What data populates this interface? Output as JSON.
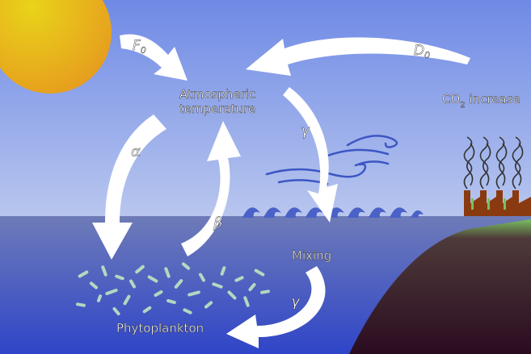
{
  "labels": {
    "atmo_line1": "Atmospheric",
    "atmo_line2": "temperature",
    "co2_prefix": "CO",
    "co2_sub": "2",
    "co2_suffix": " increase",
    "mixing": "Mixing",
    "phyto": "Phytoplankton"
  },
  "arrow_labels": {
    "f0": "F",
    "f0_sub": "0",
    "d0": "D",
    "d0_sub": "0",
    "alpha": "α",
    "beta": "β",
    "gamma_upper": "γ",
    "gamma_lower": "γ"
  },
  "colors": {
    "sky_top": "#6f8ae6",
    "sky_bottom": "#b8c6ee",
    "sea_top": "#6e7bb8",
    "sea_bottom": "#2f45c8",
    "sun_light": "#e9d31a",
    "sun_dark": "#e69a1e",
    "land_top": "#78c060",
    "land_bottom": "#2a0c20",
    "factory": "#8a3a10",
    "wave": "#4a61c8",
    "plankton": "#c8ecc0",
    "arrow": "#ffffff"
  },
  "icons": [
    "sun-icon",
    "factory-icon",
    "smoke-icon",
    "wind-icon",
    "phytoplankton-icon"
  ]
}
